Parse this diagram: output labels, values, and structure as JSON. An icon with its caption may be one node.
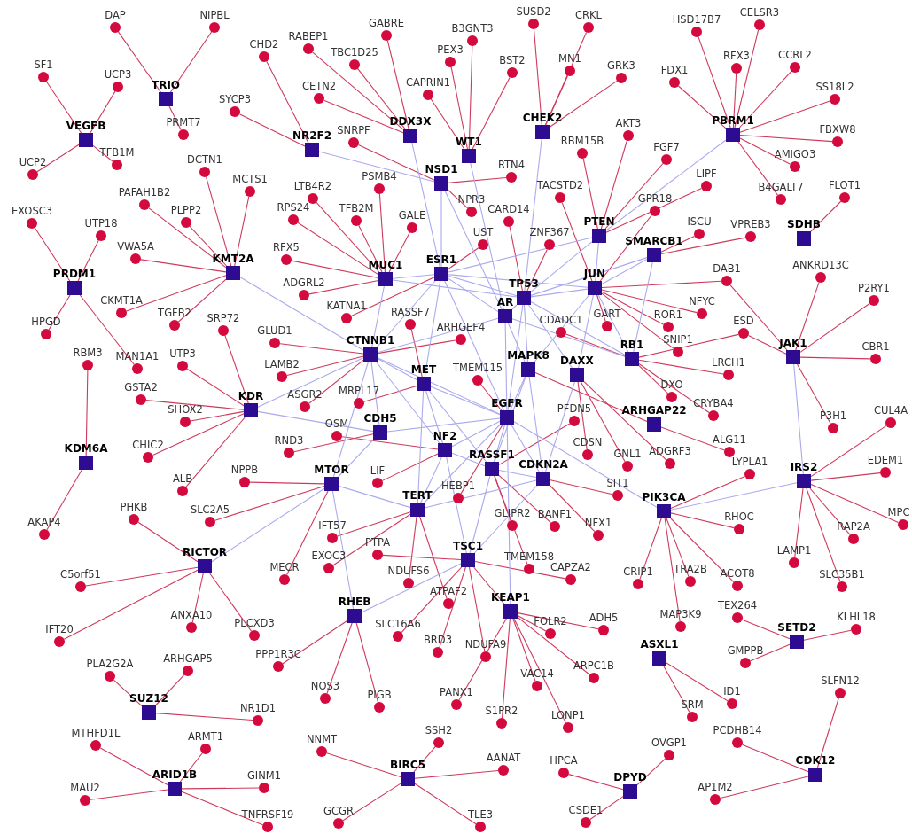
{
  "diagram": {
    "nodes": [
      {
        "text": [
          "TRIO"
        ]
      },
      {
        "text": [
          "VEGFB"
        ]
      },
      {
        "text": [
          "NR2F2"
        ]
      },
      {
        "text": [
          "DDX3X"
        ]
      },
      {
        "text": [
          "WT1"
        ]
      },
      {
        "text": [
          "CHEK2"
        ]
      },
      {
        "text": [
          "PBRM1"
        ]
      },
      {
        "text": [
          "NSD1"
        ]
      },
      {
        "text": [
          "PTEN"
        ]
      },
      {
        "text": [
          "SDHB"
        ]
      },
      {
        "text": [
          "SMARCB1"
        ]
      },
      {
        "text": [
          "KMT2A"
        ]
      },
      {
        "text": [
          "PRDM1"
        ]
      },
      {
        "text": [
          "MUC1"
        ]
      },
      {
        "text": [
          "ESR1"
        ]
      },
      {
        "text": [
          "TP53"
        ]
      },
      {
        "text": [
          "JUN"
        ]
      },
      {
        "text": [
          "AR"
        ]
      },
      {
        "text": [
          "CTNNB1"
        ]
      },
      {
        "text": [
          "MET"
        ]
      },
      {
        "text": [
          "MAPK8"
        ]
      },
      {
        "text": [
          "DAXX"
        ]
      },
      {
        "text": [
          "RB1"
        ]
      },
      {
        "text": [
          "JAK1"
        ]
      },
      {
        "text": [
          "KDR"
        ]
      },
      {
        "text": [
          "KDM6A"
        ]
      },
      {
        "text": [
          "EGFR"
        ]
      },
      {
        "text": [
          "CDH5"
        ]
      },
      {
        "text": [
          "NF2"
        ]
      },
      {
        "text": [
          "RASSF1"
        ]
      },
      {
        "text": [
          "CDKN2A"
        ]
      },
      {
        "text": [
          "ARHGAP22"
        ]
      },
      {
        "text": [
          "MTOR"
        ]
      },
      {
        "text": [
          "TERT"
        ]
      },
      {
        "text": [
          "PIK3CA"
        ]
      },
      {
        "text": [
          "IRS2"
        ]
      },
      {
        "text": [
          "RICTOR"
        ]
      },
      {
        "text": [
          "TSC1"
        ]
      },
      {
        "text": [
          "RHEB"
        ]
      },
      {
        "text": [
          "KEAP1"
        ]
      },
      {
        "text": [
          "SETD2"
        ]
      },
      {
        "text": [
          "ASXL1"
        ]
      },
      {
        "text": [
          "SUZ12"
        ]
      },
      {
        "text": [
          "ARID1B"
        ]
      },
      {
        "text": [
          "BIRC5"
        ]
      },
      {
        "text": [
          "DPYD"
        ]
      },
      {
        "text": [
          "CDK12"
        ]
      },
      {
        "text": [
          "DAP"
        ]
      },
      {
        "text": [
          "NIPBL"
        ]
      },
      {
        "text": [
          "PRMT7"
        ]
      },
      {
        "text": [
          "SF1"
        ]
      },
      {
        "text": [
          "UCP3"
        ]
      },
      {
        "text": [
          "UCP2"
        ]
      },
      {
        "text": [
          "TFB1M"
        ]
      },
      {
        "text": [
          "CHD2"
        ]
      },
      {
        "text": [
          "SYCP3"
        ]
      },
      {
        "text": [
          "RABEP1"
        ]
      },
      {
        "text": [
          "TBC1D25"
        ]
      },
      {
        "text": [
          "GABRE"
        ]
      },
      {
        "text": [
          "CETN2"
        ]
      },
      {
        "text": [
          "PEX3"
        ]
      },
      {
        "text": [
          "B3GNT3"
        ]
      },
      {
        "text": [
          "CAPRIN1"
        ]
      },
      {
        "text": [
          "BST2"
        ]
      },
      {
        "text": [
          "SUSD2"
        ]
      },
      {
        "text": [
          "CRKL"
        ]
      },
      {
        "text": [
          "MN1"
        ]
      },
      {
        "text": [
          "GRK3"
        ]
      },
      {
        "text": [
          "HSD17B7"
        ]
      },
      {
        "text": [
          "CELSR3"
        ]
      },
      {
        "text": [
          "FDX1"
        ]
      },
      {
        "text": [
          "RFX3"
        ]
      },
      {
        "text": [
          "CCRL2"
        ]
      },
      {
        "text": [
          "SS18L2"
        ]
      },
      {
        "text": [
          "FBXW8"
        ]
      },
      {
        "text": [
          "AMIGO3"
        ]
      },
      {
        "text": [
          "B4GALT7"
        ]
      },
      {
        "text": [
          "SNRPF"
        ]
      },
      {
        "text": [
          "RTN4"
        ]
      },
      {
        "text": [
          "NPR3"
        ]
      },
      {
        "text": [
          "RBM15B"
        ]
      },
      {
        "text": [
          "AKT3"
        ]
      },
      {
        "text": [
          "FGF7"
        ]
      },
      {
        "text": [
          "LIPF"
        ]
      },
      {
        "text": [
          "FLOT1"
        ]
      },
      {
        "text": [
          "ISCU"
        ]
      },
      {
        "text": [
          "VPREB3"
        ]
      },
      {
        "text": [
          "DCTN1"
        ]
      },
      {
        "text": [
          "MCTS1"
        ]
      },
      {
        "text": [
          "PAFAH1B2"
        ]
      },
      {
        "text": [
          "PLPP2"
        ]
      },
      {
        "text": [
          "VWA5A"
        ]
      },
      {
        "text": [
          "CKMT1A"
        ]
      },
      {
        "text": [
          "TGFB2"
        ]
      },
      {
        "text": [
          "EXOSC3"
        ]
      },
      {
        "text": [
          "UTP18"
        ]
      },
      {
        "text": [
          "HPGD"
        ]
      },
      {
        "text": [
          "MAN1A1"
        ]
      },
      {
        "text": [
          "LTB4R2"
        ]
      },
      {
        "text": [
          "RPS24"
        ]
      },
      {
        "text": [
          "TFB2M"
        ]
      },
      {
        "text": [
          "PSMB4"
        ]
      },
      {
        "text": [
          "GALE"
        ]
      },
      {
        "text": [
          "RFX5"
        ]
      },
      {
        "text": [
          "ADGRL2"
        ]
      },
      {
        "text": [
          "UST"
        ]
      },
      {
        "text": [
          "KATNA1"
        ]
      },
      {
        "text": [
          "CARD14"
        ]
      },
      {
        "text": [
          "ZNF367"
        ]
      },
      {
        "text": [
          "GPR18"
        ]
      },
      {
        "text": [
          "TACSTD2"
        ]
      },
      {
        "text": [
          "DAB1"
        ]
      },
      {
        "text": [
          "NFYC"
        ]
      },
      {
        "text": [
          "ROR1"
        ]
      },
      {
        "text": [
          "SNIP1"
        ]
      },
      {
        "text": [
          "GART"
        ]
      },
      {
        "text": [
          "ESD"
        ]
      },
      {
        "text": [
          "ANKRD13C"
        ]
      },
      {
        "text": [
          "P2RY1"
        ]
      },
      {
        "text": [
          "CBR1"
        ]
      },
      {
        "text": [
          "P3H1"
        ]
      },
      {
        "text": [
          "CDADC1"
        ]
      },
      {
        "text": [
          "LRCH1"
        ]
      },
      {
        "text": [
          "CRYBA4"
        ]
      },
      {
        "text": [
          "DXO"
        ]
      },
      {
        "text": [
          "ARHGEF4"
        ]
      },
      {
        "text": [
          "GLUD1"
        ]
      },
      {
        "text": [
          "LAMB2"
        ]
      },
      {
        "text": [
          "ASGR2"
        ]
      },
      {
        "text": [
          "RASSF7"
        ]
      },
      {
        "text": [
          "MRPL17"
        ]
      },
      {
        "text": [
          "TMEM115"
        ]
      },
      {
        "text": [
          "HEBP1"
        ]
      },
      {
        "text": [
          "CDSN"
        ]
      },
      {
        "text": [
          "GNL1"
        ]
      },
      {
        "text": [
          "ADGRF3"
        ]
      },
      {
        "text": [
          "ALG11"
        ]
      },
      {
        "text": [
          "SRP72"
        ]
      },
      {
        "text": [
          "UTP3"
        ]
      },
      {
        "text": [
          "GSTA2"
        ]
      },
      {
        "text": [
          "SHOX2"
        ]
      },
      {
        "text": [
          "CHIC2"
        ]
      },
      {
        "text": [
          "ALB"
        ]
      },
      {
        "text": [
          "RBM3"
        ]
      },
      {
        "text": [
          "AKAP4"
        ]
      },
      {
        "text": [
          "RND3"
        ]
      },
      {
        "text": [
          "OSM"
        ]
      },
      {
        "text": [
          "LIF"
        ]
      },
      {
        "text": [
          "PFDN5"
        ]
      },
      {
        "text": [
          "GLIPR2"
        ]
      },
      {
        "text": [
          "BANF1"
        ]
      },
      {
        "text": [
          "TMEM158"
        ]
      },
      {
        "text": [
          "SIT1"
        ]
      },
      {
        "text": [
          "NFX1"
        ]
      },
      {
        "text": [
          "NPPB"
        ]
      },
      {
        "text": [
          "SLC2A5"
        ]
      },
      {
        "text": [
          "MECR"
        ]
      },
      {
        "text": [
          "IFT57"
        ]
      },
      {
        "text": [
          "EXOC3"
        ]
      },
      {
        "text": [
          "NDUFS6"
        ]
      },
      {
        "text": [
          "ATPAF2"
        ]
      },
      {
        "text": [
          "LYPLA1"
        ]
      },
      {
        "text": [
          "RHOC"
        ]
      },
      {
        "text": [
          "CRIP1"
        ]
      },
      {
        "text": [
          "TRA2B"
        ]
      },
      {
        "text": [
          "ACOT8"
        ]
      },
      {
        "text": [
          "MAP3K9"
        ]
      },
      {
        "text": [
          "CUL4A"
        ]
      },
      {
        "text": [
          "EDEM1"
        ]
      },
      {
        "text": [
          "MPC"
        ]
      },
      {
        "text": [
          "RAP2A"
        ]
      },
      {
        "text": [
          "LAMP1"
        ]
      },
      {
        "text": [
          "SLC35B1"
        ]
      },
      {
        "text": [
          "PHKB"
        ]
      },
      {
        "text": [
          "C5orf51"
        ]
      },
      {
        "text": [
          "IFT20"
        ]
      },
      {
        "text": [
          "ANXA10"
        ]
      },
      {
        "text": [
          "PLCXD3"
        ]
      },
      {
        "text": [
          "PTPA"
        ]
      },
      {
        "text": [
          "SLC16A6"
        ]
      },
      {
        "text": [
          "BRD3"
        ]
      },
      {
        "text": [
          "NDUFA9"
        ]
      },
      {
        "text": [
          "CAPZA2"
        ]
      },
      {
        "text": [
          "PPP1R3C"
        ]
      },
      {
        "text": [
          "NOS3"
        ]
      },
      {
        "text": [
          "PIGB"
        ]
      },
      {
        "text": [
          "FOLR2"
        ]
      },
      {
        "text": [
          "ADH5"
        ]
      },
      {
        "text": [
          "ARPC1B"
        ]
      },
      {
        "text": [
          "VAC14"
        ]
      },
      {
        "text": [
          "LONP1"
        ]
      },
      {
        "text": [
          "S1PR2"
        ]
      },
      {
        "text": [
          "PANX1"
        ]
      },
      {
        "text": [
          "TEX264"
        ]
      },
      {
        "text": [
          "KLHL18"
        ]
      },
      {
        "text": [
          "GMPPB"
        ]
      },
      {
        "text": [
          "ID1"
        ]
      },
      {
        "text": [
          "SRM"
        ]
      },
      {
        "text": [
          "PLA2G2A"
        ]
      },
      {
        "text": [
          "ARHGAP5"
        ]
      },
      {
        "text": [
          "NR1D1"
        ]
      },
      {
        "text": [
          "MTHFD1L"
        ]
      },
      {
        "text": [
          "ARMT1"
        ]
      },
      {
        "text": [
          "MAU2"
        ]
      },
      {
        "text": [
          "GINM1"
        ]
      },
      {
        "text": [
          "TNFRSF19"
        ]
      },
      {
        "text": [
          "NNMT"
        ]
      },
      {
        "text": [
          "SSH2"
        ]
      },
      {
        "text": [
          "AANAT"
        ]
      },
      {
        "text": [
          "GCGR"
        ]
      },
      {
        "text": [
          "TLE3"
        ]
      },
      {
        "text": [
          "OVGP1"
        ]
      },
      {
        "text": [
          "HPCA"
        ]
      },
      {
        "text": [
          "CSDE1"
        ]
      },
      {
        "text": [
          "SLFN12"
        ]
      },
      {
        "text": [
          "PCDHB14"
        ]
      },
      {
        "text": [
          "AP1M2"
        ]
      }
    ],
    "edges": [
      {
        "from": 0,
        "to": 47,
        "arrow": "none"
      },
      {
        "from": 0,
        "to": 48,
        "arrow": "none"
      },
      {
        "from": 0,
        "to": 49,
        "arrow": "none"
      },
      {
        "from": 1,
        "to": 50,
        "arrow": "none"
      },
      {
        "from": 1,
        "to": 51,
        "arrow": "none"
      },
      {
        "from": 1,
        "to": 52,
        "arrow": "none"
      },
      {
        "from": 1,
        "to": 53,
        "arrow": "none"
      },
      {
        "from": 2,
        "to": 54,
        "arrow": "none"
      },
      {
        "from": 2,
        "to": 55,
        "arrow": "none"
      },
      {
        "from": 3,
        "to": 56,
        "arrow": "none"
      },
      {
        "from": 3,
        "to": 57,
        "arrow": "none"
      },
      {
        "from": 3,
        "to": 58,
        "arrow": "none"
      },
      {
        "from": 3,
        "to": 59,
        "arrow": "none"
      },
      {
        "from": 4,
        "to": 60,
        "arrow": "none"
      },
      {
        "from": 4,
        "to": 61,
        "arrow": "none"
      },
      {
        "from": 4,
        "to": 62,
        "arrow": "none"
      },
      {
        "from": 4,
        "to": 63,
        "arrow": "none"
      },
      {
        "from": 5,
        "to": 64,
        "arrow": "none"
      },
      {
        "from": 5,
        "to": 65,
        "arrow": "none"
      },
      {
        "from": 5,
        "to": 66,
        "arrow": "none"
      },
      {
        "from": 5,
        "to": 67,
        "arrow": "none"
      },
      {
        "from": 6,
        "to": 68,
        "arrow": "none"
      },
      {
        "from": 6,
        "to": 69,
        "arrow": "none"
      },
      {
        "from": 6,
        "to": 70,
        "arrow": "none"
      },
      {
        "from": 6,
        "to": 71,
        "arrow": "none"
      },
      {
        "from": 6,
        "to": 72,
        "arrow": "none"
      },
      {
        "from": 6,
        "to": 73,
        "arrow": "none"
      },
      {
        "from": 6,
        "to": 74,
        "arrow": "none"
      },
      {
        "from": 6,
        "to": 75,
        "arrow": "none"
      },
      {
        "from": 6,
        "to": 76,
        "arrow": "none"
      },
      {
        "from": 7,
        "to": 77,
        "arrow": "none"
      },
      {
        "from": 7,
        "to": 78,
        "arrow": "none"
      },
      {
        "from": 7,
        "to": 79,
        "arrow": "none"
      },
      {
        "from": 8,
        "to": 80,
        "arrow": "none"
      },
      {
        "from": 8,
        "to": 81,
        "arrow": "none"
      },
      {
        "from": 8,
        "to": 82,
        "arrow": "none"
      },
      {
        "from": 8,
        "to": 83,
        "arrow": "none"
      },
      {
        "from": 9,
        "to": 84,
        "arrow": "none"
      },
      {
        "from": 10,
        "to": 85,
        "arrow": "none"
      },
      {
        "from": 10,
        "to": 86,
        "arrow": "none"
      },
      {
        "from": 11,
        "to": 87,
        "arrow": "none"
      },
      {
        "from": 11,
        "to": 88,
        "arrow": "none"
      },
      {
        "from": 11,
        "to": 89,
        "arrow": "none"
      },
      {
        "from": 11,
        "to": 90,
        "arrow": "none"
      },
      {
        "from": 11,
        "to": 91,
        "arrow": "none"
      },
      {
        "from": 11,
        "to": 92,
        "arrow": "none"
      },
      {
        "from": 11,
        "to": 93,
        "arrow": "none"
      },
      {
        "from": 12,
        "to": 94,
        "arrow": "none"
      },
      {
        "from": 12,
        "to": 95,
        "arrow": "none"
      },
      {
        "from": 12,
        "to": 96,
        "arrow": "none"
      },
      {
        "from": 12,
        "to": 97,
        "arrow": "none"
      },
      {
        "from": 13,
        "to": 98,
        "arrow": "none"
      },
      {
        "from": 13,
        "to": 99,
        "arrow": "none"
      },
      {
        "from": 13,
        "to": 100,
        "arrow": "none"
      },
      {
        "from": 13,
        "to": 101,
        "arrow": "none"
      },
      {
        "from": 13,
        "to": 102,
        "arrow": "none"
      },
      {
        "from": 13,
        "to": 103,
        "arrow": "none"
      },
      {
        "from": 13,
        "to": 104,
        "arrow": "none"
      },
      {
        "from": 14,
        "to": 105,
        "arrow": "none"
      },
      {
        "from": 14,
        "to": 106,
        "arrow": "none"
      },
      {
        "from": 15,
        "to": 107,
        "arrow": "none"
      },
      {
        "from": 15,
        "to": 108,
        "arrow": "none"
      },
      {
        "from": 16,
        "to": 109,
        "arrow": "none"
      },
      {
        "from": 16,
        "to": 110,
        "arrow": "none"
      },
      {
        "from": 16,
        "to": 111,
        "arrow": "none"
      },
      {
        "from": 16,
        "to": 112,
        "arrow": "none"
      },
      {
        "from": 16,
        "to": 113,
        "arrow": "none"
      },
      {
        "from": 16,
        "to": 114,
        "arrow": "none"
      },
      {
        "from": 16,
        "to": 115,
        "arrow": "none"
      },
      {
        "from": 23,
        "to": 111,
        "arrow": "none"
      },
      {
        "from": 23,
        "to": 116,
        "arrow": "none"
      },
      {
        "from": 23,
        "to": 117,
        "arrow": "none"
      },
      {
        "from": 23,
        "to": 118,
        "arrow": "none"
      },
      {
        "from": 23,
        "to": 119,
        "arrow": "none"
      },
      {
        "from": 23,
        "to": 120,
        "arrow": "none"
      },
      {
        "from": 22,
        "to": 116,
        "arrow": "none"
      },
      {
        "from": 22,
        "to": 121,
        "arrow": "none"
      },
      {
        "from": 22,
        "to": 122,
        "arrow": "none"
      },
      {
        "from": 22,
        "to": 123,
        "arrow": "none"
      },
      {
        "from": 22,
        "to": 124,
        "arrow": "none"
      },
      {
        "from": 18,
        "to": 125,
        "arrow": "none"
      },
      {
        "from": 18,
        "to": 126,
        "arrow": "none"
      },
      {
        "from": 18,
        "to": 127,
        "arrow": "none"
      },
      {
        "from": 18,
        "to": 128,
        "arrow": "none"
      },
      {
        "from": 19,
        "to": 129,
        "arrow": "none"
      },
      {
        "from": 19,
        "to": 130,
        "arrow": "none"
      },
      {
        "from": 26,
        "to": 131,
        "arrow": "none"
      },
      {
        "from": 26,
        "to": 132,
        "arrow": "none"
      },
      {
        "from": 21,
        "to": 133,
        "arrow": "none"
      },
      {
        "from": 21,
        "to": 134,
        "arrow": "none"
      },
      {
        "from": 21,
        "to": 135,
        "arrow": "none"
      },
      {
        "from": 31,
        "to": 136,
        "arrow": "none"
      },
      {
        "from": 24,
        "to": 137,
        "arrow": "none"
      },
      {
        "from": 24,
        "to": 138,
        "arrow": "none"
      },
      {
        "from": 24,
        "to": 139,
        "arrow": "none"
      },
      {
        "from": 24,
        "to": 140,
        "arrow": "none"
      },
      {
        "from": 24,
        "to": 141,
        "arrow": "none"
      },
      {
        "from": 24,
        "to": 142,
        "arrow": "none"
      },
      {
        "from": 25,
        "to": 143,
        "arrow": "none"
      },
      {
        "from": 25,
        "to": 144,
        "arrow": "none"
      },
      {
        "from": 27,
        "to": 145,
        "arrow": "none"
      },
      {
        "from": 28,
        "to": 146,
        "arrow": "none"
      },
      {
        "from": 28,
        "to": 147,
        "arrow": "none"
      },
      {
        "from": 29,
        "to": 148,
        "arrow": "none"
      },
      {
        "from": 29,
        "to": 149,
        "arrow": "none"
      },
      {
        "from": 29,
        "to": 150,
        "arrow": "none"
      },
      {
        "from": 29,
        "to": 151,
        "arrow": "none"
      },
      {
        "from": 30,
        "to": 152,
        "arrow": "none"
      },
      {
        "from": 30,
        "to": 153,
        "arrow": "none"
      },
      {
        "from": 32,
        "to": 154,
        "arrow": "none"
      },
      {
        "from": 32,
        "to": 155,
        "arrow": "none"
      },
      {
        "from": 32,
        "to": 156,
        "arrow": "none"
      },
      {
        "from": 33,
        "to": 157,
        "arrow": "none"
      },
      {
        "from": 33,
        "to": 158,
        "arrow": "none"
      },
      {
        "from": 33,
        "to": 159,
        "arrow": "none"
      },
      {
        "from": 33,
        "to": 160,
        "arrow": "none"
      },
      {
        "from": 34,
        "to": 161,
        "arrow": "none"
      },
      {
        "from": 34,
        "to": 162,
        "arrow": "none"
      },
      {
        "from": 34,
        "to": 163,
        "arrow": "none"
      },
      {
        "from": 34,
        "to": 164,
        "arrow": "none"
      },
      {
        "from": 34,
        "to": 165,
        "arrow": "none"
      },
      {
        "from": 34,
        "to": 166,
        "arrow": "none"
      },
      {
        "from": 35,
        "to": 167,
        "arrow": "none"
      },
      {
        "from": 35,
        "to": 168,
        "arrow": "none"
      },
      {
        "from": 35,
        "to": 169,
        "arrow": "none"
      },
      {
        "from": 35,
        "to": 170,
        "arrow": "none"
      },
      {
        "from": 35,
        "to": 171,
        "arrow": "none"
      },
      {
        "from": 35,
        "to": 172,
        "arrow": "none"
      },
      {
        "from": 36,
        "to": 173,
        "arrow": "none"
      },
      {
        "from": 36,
        "to": 174,
        "arrow": "none"
      },
      {
        "from": 36,
        "to": 175,
        "arrow": "none"
      },
      {
        "from": 36,
        "to": 176,
        "arrow": "none"
      },
      {
        "from": 36,
        "to": 177,
        "arrow": "none"
      },
      {
        "from": 37,
        "to": 178,
        "arrow": "none"
      },
      {
        "from": 37,
        "to": 179,
        "arrow": "none"
      },
      {
        "from": 37,
        "to": 180,
        "arrow": "none"
      },
      {
        "from": 37,
        "to": 181,
        "arrow": "none"
      },
      {
        "from": 37,
        "to": 182,
        "arrow": "none"
      },
      {
        "from": 38,
        "to": 183,
        "arrow": "none"
      },
      {
        "from": 38,
        "to": 184,
        "arrow": "none"
      },
      {
        "from": 38,
        "to": 185,
        "arrow": "none"
      },
      {
        "from": 39,
        "to": 186,
        "arrow": "none"
      },
      {
        "from": 39,
        "to": 187,
        "arrow": "none"
      },
      {
        "from": 39,
        "to": 188,
        "arrow": "none"
      },
      {
        "from": 39,
        "to": 189,
        "arrow": "none"
      },
      {
        "from": 39,
        "to": 190,
        "arrow": "none"
      },
      {
        "from": 39,
        "to": 191,
        "arrow": "none"
      },
      {
        "from": 39,
        "to": 192,
        "arrow": "none"
      },
      {
        "from": 40,
        "to": 193,
        "arrow": "none"
      },
      {
        "from": 40,
        "to": 194,
        "arrow": "none"
      },
      {
        "from": 40,
        "to": 195,
        "arrow": "none"
      },
      {
        "from": 41,
        "to": 196,
        "arrow": "none"
      },
      {
        "from": 41,
        "to": 197,
        "arrow": "none"
      },
      {
        "from": 42,
        "to": 198,
        "arrow": "none"
      },
      {
        "from": 42,
        "to": 199,
        "arrow": "none"
      },
      {
        "from": 42,
        "to": 200,
        "arrow": "none"
      },
      {
        "from": 43,
        "to": 201,
        "arrow": "none"
      },
      {
        "from": 43,
        "to": 202,
        "arrow": "none"
      },
      {
        "from": 43,
        "to": 203,
        "arrow": "none"
      },
      {
        "from": 43,
        "to": 204,
        "arrow": "none"
      },
      {
        "from": 43,
        "to": 205,
        "arrow": "none"
      },
      {
        "from": 44,
        "to": 206,
        "arrow": "none"
      },
      {
        "from": 44,
        "to": 207,
        "arrow": "none"
      },
      {
        "from": 44,
        "to": 208,
        "arrow": "none"
      },
      {
        "from": 44,
        "to": 209,
        "arrow": "none"
      },
      {
        "from": 44,
        "to": 210,
        "arrow": "none"
      },
      {
        "from": 45,
        "to": 211,
        "arrow": "none"
      },
      {
        "from": 45,
        "to": 212,
        "arrow": "none"
      },
      {
        "from": 45,
        "to": 213,
        "arrow": "none"
      },
      {
        "from": 46,
        "to": 214,
        "arrow": "none"
      },
      {
        "from": 46,
        "to": 215,
        "arrow": "none"
      },
      {
        "from": 46,
        "to": 216,
        "arrow": "none"
      },
      {
        "from": 37,
        "to": 39,
        "arrow": "none"
      },
      {
        "from": 20,
        "to": 31,
        "arrow": "none"
      },
      {
        "from": 2,
        "to": 7,
        "arrow": "none",
        "color": "#aaaaee"
      },
      {
        "from": 7,
        "to": 14,
        "arrow": "none",
        "color": "#aaaaee"
      },
      {
        "from": 7,
        "to": 17,
        "arrow": "none",
        "color": "#aaaaee"
      },
      {
        "from": 3,
        "to": 14,
        "arrow": "none",
        "color": "#aaaaee"
      },
      {
        "from": 4,
        "to": 17,
        "arrow": "none",
        "color": "#aaaaee"
      },
      {
        "from": 5,
        "to": 15,
        "arrow": "none",
        "color": "#aaaaee"
      },
      {
        "from": 6,
        "to": 8,
        "arrow": "none",
        "color": "#aaaaee"
      },
      {
        "from": 8,
        "to": 14,
        "arrow": "none",
        "color": "#aaaaee"
      },
      {
        "from": 8,
        "to": 15,
        "arrow": "none",
        "color": "#aaaaee"
      },
      {
        "from": 8,
        "to": 16,
        "arrow": "none",
        "color": "#aaaaee"
      },
      {
        "from": 10,
        "to": 16,
        "arrow": "none",
        "color": "#aaaaee"
      },
      {
        "from": 10,
        "to": 22,
        "arrow": "none",
        "color": "#aaaaee"
      },
      {
        "from": 11,
        "to": 18,
        "arrow": "none",
        "color": "#aaaaee"
      },
      {
        "from": 13,
        "to": 14,
        "arrow": "none",
        "color": "#aaaaee"
      },
      {
        "from": 13,
        "to": 15,
        "arrow": "none",
        "color": "#aaaaee"
      },
      {
        "from": 13,
        "to": 18,
        "arrow": "none",
        "color": "#aaaaee"
      },
      {
        "from": 14,
        "to": 15,
        "arrow": "none",
        "color": "#aaaaee"
      },
      {
        "from": 14,
        "to": 17,
        "arrow": "none",
        "color": "#aaaaee"
      },
      {
        "from": 14,
        "to": 18,
        "arrow": "none",
        "color": "#aaaaee"
      },
      {
        "from": 14,
        "to": 26,
        "arrow": "none",
        "color": "#aaaaee"
      },
      {
        "from": 14,
        "to": 16,
        "arrow": "none",
        "color": "#aaaaee"
      },
      {
        "from": 14,
        "to": 19,
        "arrow": "none",
        "color": "#aaaaee"
      },
      {
        "from": 15,
        "to": 16,
        "arrow": "none",
        "color": "#aaaaee"
      },
      {
        "from": 15,
        "to": 17,
        "arrow": "none",
        "color": "#aaaaee"
      },
      {
        "from": 15,
        "to": 20,
        "arrow": "none",
        "color": "#aaaaee"
      },
      {
        "from": 15,
        "to": 22,
        "arrow": "none",
        "color": "#aaaaee"
      },
      {
        "from": 15,
        "to": 21,
        "arrow": "none",
        "color": "#aaaaee"
      },
      {
        "from": 15,
        "to": 26,
        "arrow": "none",
        "color": "#aaaaee"
      },
      {
        "from": 15,
        "to": 10,
        "arrow": "none",
        "color": "#aaaaee"
      },
      {
        "from": 17,
        "to": 18,
        "arrow": "none",
        "color": "#aaaaee"
      },
      {
        "from": 17,
        "to": 26,
        "arrow": "none",
        "color": "#aaaaee"
      },
      {
        "from": 17,
        "to": 22,
        "arrow": "none",
        "color": "#aaaaee"
      },
      {
        "from": 17,
        "to": 20,
        "arrow": "none",
        "color": "#aaaaee"
      },
      {
        "from": 16,
        "to": 22,
        "arrow": "none",
        "color": "#aaaaee"
      },
      {
        "from": 16,
        "to": 21,
        "arrow": "none",
        "color": "#aaaaee"
      },
      {
        "from": 16,
        "to": 20,
        "arrow": "none",
        "color": "#aaaaee"
      },
      {
        "from": 18,
        "to": 19,
        "arrow": "none",
        "color": "#aaaaee"
      },
      {
        "from": 18,
        "to": 24,
        "arrow": "none",
        "color": "#aaaaee"
      },
      {
        "from": 18,
        "to": 27,
        "arrow": "none",
        "color": "#aaaaee"
      },
      {
        "from": 18,
        "to": 26,
        "arrow": "none",
        "color": "#aaaaee"
      },
      {
        "from": 18,
        "to": 32,
        "arrow": "none",
        "color": "#aaaaee"
      },
      {
        "from": 18,
        "to": 28,
        "arrow": "none",
        "color": "#aaaaee"
      },
      {
        "from": 19,
        "to": 26,
        "arrow": "none",
        "color": "#aaaaee"
      },
      {
        "from": 19,
        "to": 28,
        "arrow": "none",
        "color": "#aaaaee"
      },
      {
        "from": 19,
        "to": 33,
        "arrow": "none",
        "color": "#aaaaee"
      },
      {
        "from": 19,
        "to": 29,
        "arrow": "none",
        "color": "#aaaaee"
      },
      {
        "from": 20,
        "to": 26,
        "arrow": "none",
        "color": "#aaaaee"
      },
      {
        "from": 20,
        "to": 29,
        "arrow": "none",
        "color": "#aaaaee"
      },
      {
        "from": 20,
        "to": 30,
        "arrow": "none",
        "color": "#aaaaee"
      },
      {
        "from": 21,
        "to": 30,
        "arrow": "none",
        "color": "#aaaaee"
      },
      {
        "from": 23,
        "to": 35,
        "arrow": "none",
        "color": "#aaaaee"
      },
      {
        "from": 24,
        "to": 27,
        "arrow": "none",
        "color": "#aaaaee"
      },
      {
        "from": 26,
        "to": 28,
        "arrow": "none",
        "color": "#aaaaee"
      },
      {
        "from": 26,
        "to": 29,
        "arrow": "none",
        "color": "#aaaaee"
      },
      {
        "from": 26,
        "to": 30,
        "arrow": "none",
        "color": "#aaaaee"
      },
      {
        "from": 26,
        "to": 27,
        "arrow": "none",
        "color": "#aaaaee"
      },
      {
        "from": 26,
        "to": 39,
        "arrow": "none",
        "color": "#aaaaee"
      },
      {
        "from": 26,
        "to": 34,
        "arrow": "none",
        "color": "#aaaaee"
      },
      {
        "from": 26,
        "to": 33,
        "arrow": "none",
        "color": "#aaaaee"
      },
      {
        "from": 27,
        "to": 32,
        "arrow": "none",
        "color": "#aaaaee"
      },
      {
        "from": 28,
        "to": 33,
        "arrow": "none",
        "color": "#aaaaee"
      },
      {
        "from": 28,
        "to": 37,
        "arrow": "none",
        "color": "#aaaaee"
      },
      {
        "from": 28,
        "to": 29,
        "arrow": "none",
        "color": "#aaaaee"
      },
      {
        "from": 29,
        "to": 30,
        "arrow": "none",
        "color": "#aaaaee"
      },
      {
        "from": 29,
        "to": 37,
        "arrow": "none",
        "color": "#aaaaee"
      },
      {
        "from": 30,
        "to": 33,
        "arrow": "none",
        "color": "#aaaaee"
      },
      {
        "from": 30,
        "to": 37,
        "arrow": "none",
        "color": "#aaaaee"
      },
      {
        "from": 32,
        "to": 33,
        "arrow": "none",
        "color": "#aaaaee"
      },
      {
        "from": 32,
        "to": 36,
        "arrow": "none",
        "color": "#aaaaee"
      },
      {
        "from": 32,
        "to": 38,
        "arrow": "none",
        "color": "#aaaaee"
      },
      {
        "from": 37,
        "to": 38,
        "arrow": "none",
        "color": "#aaaaee"
      },
      {
        "from": 34,
        "to": 35,
        "arrow": "none",
        "color": "#aaaaee"
      }
    ]
  }
}
